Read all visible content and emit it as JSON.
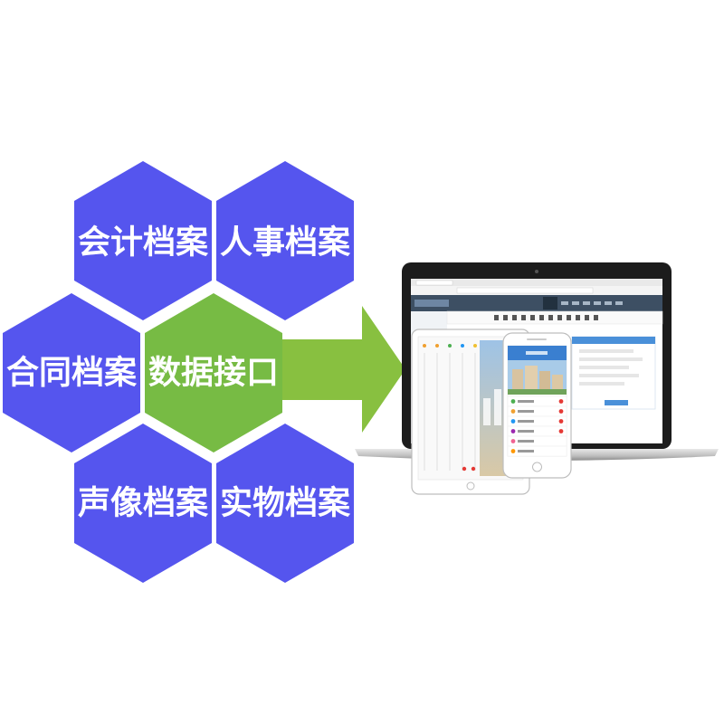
{
  "hexagons": {
    "accounting": {
      "label": "会计档案",
      "color": "#5555ee"
    },
    "personnel": {
      "label": "人事档案",
      "color": "#5555ee"
    },
    "contract": {
      "label": "合同档案",
      "color": "#5555ee"
    },
    "data_interface": {
      "label": "数据接口",
      "color": "#77bb44"
    },
    "audio_video": {
      "label": "声像档案",
      "color": "#5555ee"
    },
    "physical": {
      "label": "实物档案",
      "color": "#5555ee"
    }
  },
  "arrow": {
    "color": "#88c040"
  },
  "devices": {
    "laptop": {
      "name": "laptop-screen"
    },
    "tablet": {
      "name": "tablet"
    },
    "phone": {
      "name": "smartphone"
    }
  }
}
